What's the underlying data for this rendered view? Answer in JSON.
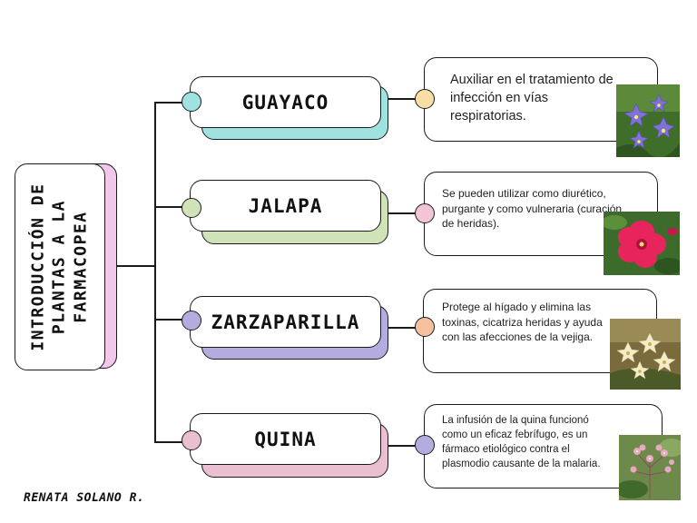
{
  "root": {
    "title_lines": [
      "INTRODUCCIÓN DE",
      "PLANTAS A LA",
      "FARMACOPEA"
    ],
    "shadow_color": "#f3c6ec"
  },
  "author": "RENATA SOLANO R.",
  "branches": [
    {
      "title": "GUAYACO",
      "shadow_color": "#9fe2df",
      "left_dot_color": "#9fe2df",
      "right_dot_color": "#f7dea2",
      "description": "Auxiliar en el tratamiento de infección en vías respiratorias.",
      "photo": "purple-star-flowers"
    },
    {
      "title": "JALAPA",
      "shadow_color": "#cfe2b8",
      "left_dot_color": "#cfe2b8",
      "right_dot_color": "#f1c4d6",
      "description": "Se pueden utilizar como diurético, purgante y como vulneraria (curación de heridas).",
      "photo": "pink-hibiscus-flower"
    },
    {
      "title": "ZARZAPARILLA",
      "shadow_color": "#b3acdf",
      "left_dot_color": "#b3acdf",
      "right_dot_color": "#f5c0a0",
      "description": "Protege al hígado y elimina las toxinas, cicatriza heridas y ayuda con las afecciones de la vejiga.",
      "photo": "cream-star-flowers"
    },
    {
      "title": "QUINA",
      "shadow_color": "#e9bfd1",
      "left_dot_color": "#e9bfd1",
      "right_dot_color": "#b3acdf",
      "description": "La infusión de la quina funcionó como un eficaz febrífugo, es un fármaco etiológico contra el plasmodio  causante  de la malaria.",
      "photo": "pink-quina-blossoms"
    }
  ]
}
